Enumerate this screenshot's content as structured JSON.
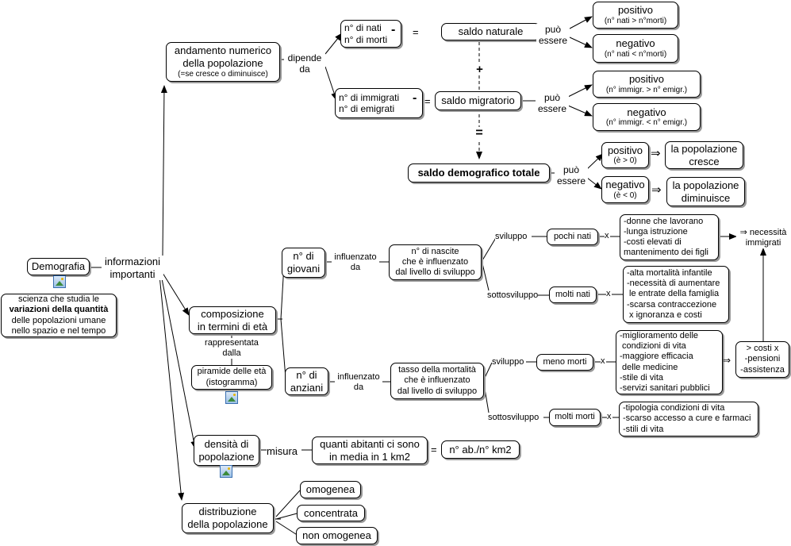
{
  "root": {
    "title": "Demografia",
    "image_icon": "image-icon"
  },
  "definition": {
    "line1": "scienza che studia le",
    "bold": "variazioni della quantità",
    "line3": "delle popolazioni umane",
    "line4": "nello spazio e nel tempo"
  },
  "informazioni": {
    "line1": "informazioni",
    "line2": "importanti"
  },
  "andamento": {
    "line1": "andamento numerico",
    "line2": "della popolazione",
    "note": "(=se cresce o diminuisce)"
  },
  "dipende": {
    "line1": "dipende",
    "line2": "da"
  },
  "nati_morti": {
    "line1": "n° di nati",
    "line2": "n° di morti",
    "op": "-"
  },
  "immigrati": {
    "line1": "n° di immigrati",
    "line2": "n° di emigrati",
    "op": "-"
  },
  "equals": "=",
  "plus": "+",
  "saldo_naturale": "saldo naturale",
  "saldo_migratorio": "saldo migratorio",
  "saldo_totale": "saldo demografico totale",
  "puo_essere": {
    "line1": "può",
    "line2": "essere"
  },
  "naturale_pos": {
    "title": "positivo",
    "note": "(n° nati > n°morti)"
  },
  "naturale_neg": {
    "title": "negativo",
    "note": "(n° nati < n°morti)"
  },
  "migratorio_pos": {
    "title": "positivo",
    "note": "(n° immigr. > n° emigr.)"
  },
  "migratorio_neg": {
    "title": "negativo",
    "note": "(n° immigr. < n° emigr.)"
  },
  "totale_pos": {
    "title": "positivo",
    "note": "(è > 0)"
  },
  "totale_neg": {
    "title": "negativo",
    "note": "(è < 0)"
  },
  "implies": "⇒",
  "cresce": {
    "line1": "la popolazione",
    "line2": "cresce"
  },
  "diminuisce": {
    "line1": "la popolazione",
    "line2": "diminuisce"
  },
  "composizione": {
    "line1": "composizione",
    "line2": "in termini di età"
  },
  "rappresentata": {
    "line1": "rappresentata",
    "line2": "dalla"
  },
  "piramide": {
    "line1": "piramide delle età",
    "line2": "(istogramma)"
  },
  "giovani": {
    "line1": "n° di",
    "line2": "giovani"
  },
  "anziani": {
    "line1": "n° di",
    "line2": "anziani"
  },
  "influenzato": {
    "line1": "influenzato",
    "line2": "da"
  },
  "nascite": {
    "line1": "n° di nascite",
    "line2": "che è influenzato",
    "line3": "dal livello di sviluppo"
  },
  "mortalita": {
    "line1": "tasso della mortalità",
    "line2": "che è influenzato",
    "line3": "dal livello di sviluppo"
  },
  "sviluppo": "sviluppo",
  "sottosviluppo": "sottosviluppo",
  "x": "x",
  "pochi_nati": "pochi nati",
  "molti_nati": "molti nati",
  "meno_morti": "meno morti",
  "molti_morti": "molti morti",
  "pochi_nati_cause": [
    "-donne che lavorano",
    "-lunga istruzione",
    "-costi elevati di",
    "mantenimento dei figli"
  ],
  "molti_nati_cause": [
    "-alta mortalità infantile",
    "-necessità di aumentare",
    " le entrate della famiglia",
    "-scarsa contraccezione",
    " x ignoranza e costi"
  ],
  "meno_morti_cause": [
    "-miglioramento delle",
    " condizioni di vita",
    "-maggiore efficacia",
    " delle medicine",
    "-stile di vita",
    "-servizi sanitari pubblici"
  ],
  "molti_morti_cause": [
    "-tipologia condizioni di vita",
    "-scarso accesso a cure e farmaci",
    "-stili di vita"
  ],
  "necessita": {
    "line1": "⇒ necessità",
    "line2": "immigrati"
  },
  "costi": {
    "line1": "> costi x",
    "line2": "-pensioni",
    "line3": "-assistenza"
  },
  "densita": {
    "line1": "densità di",
    "line2": "popolazione"
  },
  "misura": "misura",
  "abitanti": {
    "line1": "quanti abitanti ci sono",
    "line2": "in media in 1 km2"
  },
  "formula": "n° ab./n° km2",
  "distribuzione": {
    "line1": "distribuzione",
    "line2": "della popolazione"
  },
  "omogenea": "omogenea",
  "concentrata": "concentrata",
  "non_omogenea": "non omogenea"
}
